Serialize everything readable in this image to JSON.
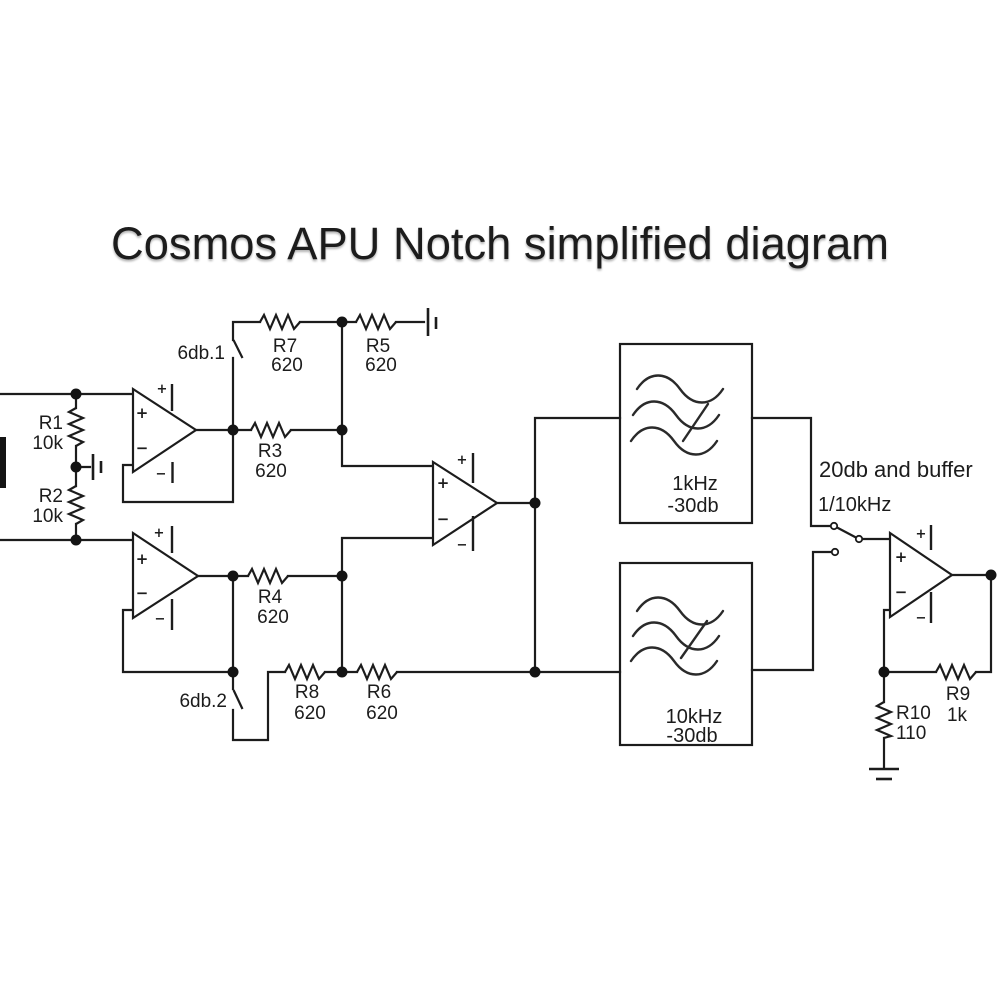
{
  "title": "Cosmos APU Notch simplified diagram",
  "colors": {
    "ink": "#1c1c1c",
    "background": "#ffffff"
  },
  "resistors": {
    "r1": {
      "name": "R1",
      "value": "10k"
    },
    "r2": {
      "name": "R2",
      "value": "10k"
    },
    "r3": {
      "name": "R3",
      "value": "620"
    },
    "r4": {
      "name": "R4",
      "value": "620"
    },
    "r5": {
      "name": "R5",
      "value": "620"
    },
    "r6": {
      "name": "R6",
      "value": "620"
    },
    "r7": {
      "name": "R7",
      "value": "620"
    },
    "r8": {
      "name": "R8",
      "value": "620"
    },
    "r9": {
      "name": "R9",
      "value": "1k"
    },
    "r10": {
      "name": "R10",
      "value": "110"
    }
  },
  "switches": {
    "s1": {
      "label": "6db.1"
    },
    "s2": {
      "label": "6db.2"
    }
  },
  "filters": {
    "f1": {
      "freq": "1kHz",
      "attenuation": "-30db"
    },
    "f2": {
      "freq": "10kHz",
      "attenuation": "-30db"
    }
  },
  "annotations": {
    "output_stage": "20db and buffer",
    "filter_selector": "1/10kHz"
  },
  "opamp_marks": {
    "plus": "+",
    "minus": "−"
  }
}
